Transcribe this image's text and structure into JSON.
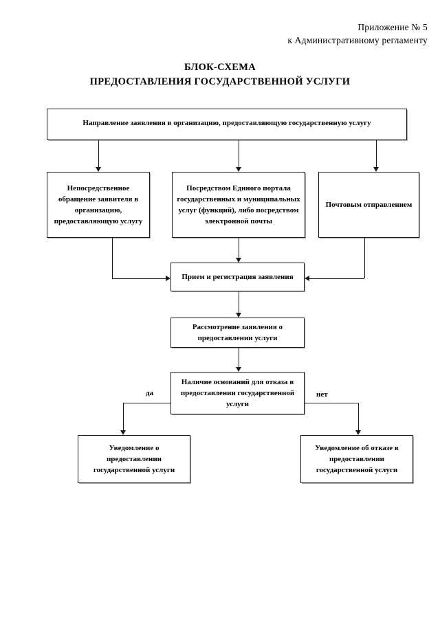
{
  "document": {
    "header": {
      "line1": "Приложение № 5",
      "line2": "к Административному регламенту"
    },
    "title": {
      "line1": "БЛОК-СХЕМА",
      "line2": "ПРЕДОСТАВЛЕНИЯ ГОСУДАРСТВЕННОЙ УСЛУГИ"
    }
  },
  "chart_data": {
    "type": "diagram",
    "title": "БЛОК-СХЕМА ПРЕДОСТАВЛЕНИЯ ГОСУДАРСТВЕННОЙ УСЛУГИ",
    "orientation": "top-down",
    "nodes": [
      {
        "id": "start",
        "label": "Направление заявления в организацию, предоставляющую государственную услугу",
        "shape": "rectangle"
      },
      {
        "id": "direct",
        "label": "Непосредственное обращение заявителя в организацию, предоставляющую услугу",
        "shape": "rectangle"
      },
      {
        "id": "portal",
        "label": "Посредством Единого портала государственных и муниципальных услуг (функций), либо посредством электронной почты",
        "shape": "rectangle"
      },
      {
        "id": "post",
        "label": "Почтовым отправлением",
        "shape": "rectangle"
      },
      {
        "id": "receive",
        "label": "Прием и регистрация заявления",
        "shape": "rectangle"
      },
      {
        "id": "review",
        "label": "Рассмотрение заявления о предоставлении услуги",
        "shape": "rectangle"
      },
      {
        "id": "decide",
        "label": "Наличие оснований для отказа  в предоставлении государственной услуги",
        "shape": "rectangle"
      },
      {
        "id": "grant",
        "label": "Уведомление о предоставлении государственной услуги",
        "shape": "rectangle"
      },
      {
        "id": "refuse",
        "label": "Уведомление об отказе в предоставлении государственной услуги",
        "shape": "rectangle"
      }
    ],
    "edges": [
      {
        "from": "start",
        "to": "direct",
        "label": ""
      },
      {
        "from": "start",
        "to": "portal",
        "label": ""
      },
      {
        "from": "start",
        "to": "post",
        "label": ""
      },
      {
        "from": "direct",
        "to": "receive",
        "label": ""
      },
      {
        "from": "portal",
        "to": "receive",
        "label": ""
      },
      {
        "from": "post",
        "to": "receive",
        "label": ""
      },
      {
        "from": "receive",
        "to": "review",
        "label": ""
      },
      {
        "from": "review",
        "to": "decide",
        "label": ""
      },
      {
        "from": "decide",
        "to": "grant",
        "label": "да"
      },
      {
        "from": "decide",
        "to": "refuse",
        "label": "нет"
      }
    ],
    "branch_labels": {
      "yes": "да",
      "no": "нет"
    },
    "colors": {
      "background": "#ffffff",
      "stroke": "#1a1a1a",
      "text": "#000000"
    }
  }
}
